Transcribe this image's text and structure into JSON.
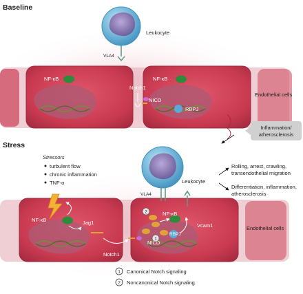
{
  "sections": {
    "baseline": "Baseline",
    "stress": "Stress"
  },
  "labels": {
    "leukocyte_top": "Leukocyte",
    "vla4_top": "VLA4",
    "nfkb_left_top": "NF-κB",
    "nfkb_right_top": "NF-κB",
    "notch1_top": "Notch1",
    "nicd_top": "NICD",
    "rbpj_top": "RBPJ",
    "endothelial_top": "Endothelial cells",
    "inflammation_box": [
      "Inflammation/",
      "atherosclerosis"
    ],
    "stressors_title": "Stressors",
    "stressors": [
      "turbulent flow",
      "chronic inflammation",
      "TNF-α"
    ],
    "leukocyte_bottom": "Leukocyte",
    "vla4_bottom": "VLA4",
    "outcome1": [
      "Rolling, arrest, crawling,",
      "transendothelial migration"
    ],
    "outcome2": [
      "Differentiation, inflammation,",
      "atherosclerosis"
    ],
    "nfkb_left_bottom": "NF-κB",
    "nfkb_right_bottom": "NF-κB",
    "jag1": "Jag1",
    "notch1_bottom": "Notch1",
    "nicd_bottom": "NICD",
    "rbpj_bottom": "RBPJ",
    "vcam1": "Vcam1",
    "endothelial_bottom": "Endothelial cells"
  },
  "legend": [
    {
      "num": "1",
      "text": "Canonical Notch signaling"
    },
    {
      "num": "2",
      "text": "Noncanonical Notch signaling"
    }
  ],
  "colors": {
    "cell_fill": "#c93a50",
    "cell_edge": "#a02a3e",
    "nucleus": "#b05872",
    "leukocyte": "#6fb4d8",
    "leukocyte_nucleus": "#7a6aa8",
    "nfkb": "#2f8a3c",
    "notch_protein": "#e2a23a",
    "rbpj": "#5aa9d6",
    "badge_fill": "#e6e6e6"
  }
}
